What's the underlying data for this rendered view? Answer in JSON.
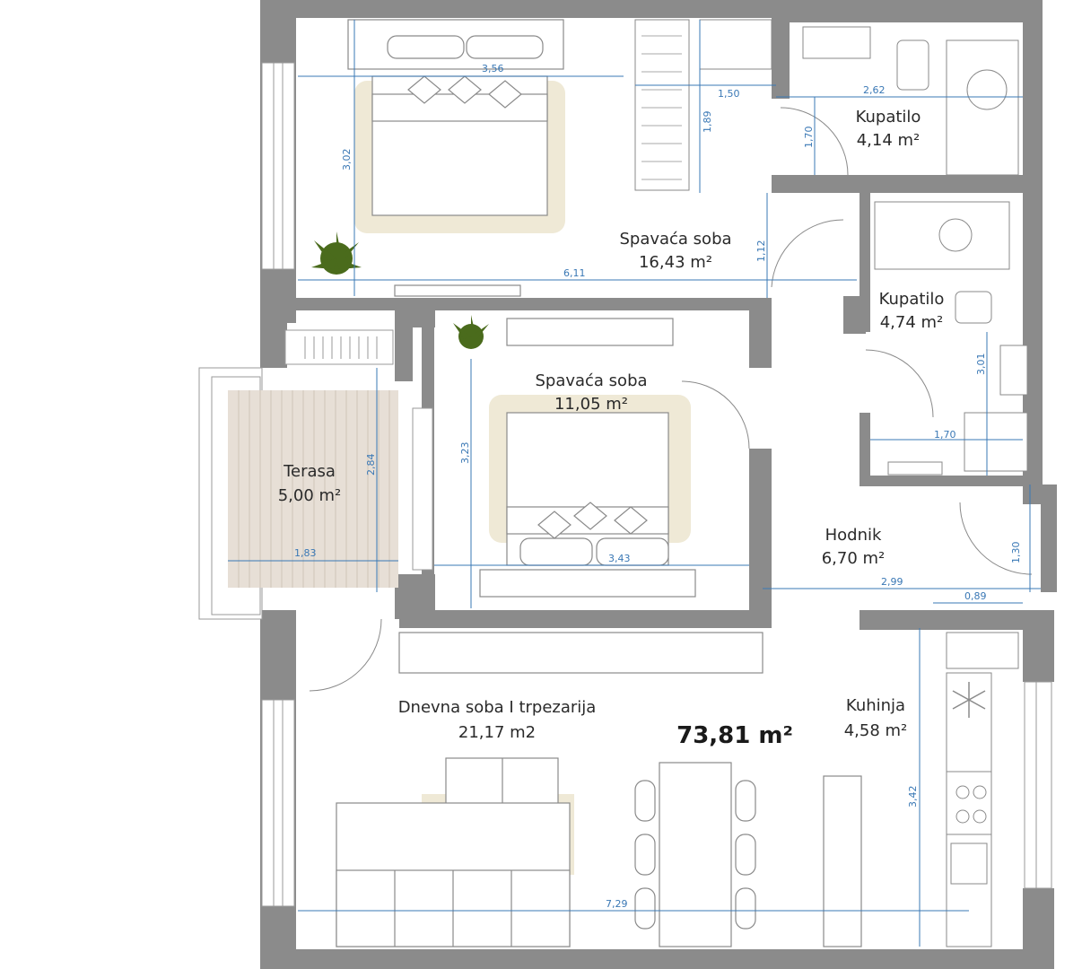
{
  "total_area": "73,81 m²",
  "rooms": [
    {
      "id": "bedroom-1",
      "name": "Spavaća soba",
      "area": "16,43 m²"
    },
    {
      "id": "bathroom-1",
      "name": "Kupatilo",
      "area": "4,14 m²"
    },
    {
      "id": "bathroom-2",
      "name": "Kupatilo",
      "area": "4,74 m²"
    },
    {
      "id": "bedroom-2",
      "name": "Spavaća soba",
      "area": "11,05 m²"
    },
    {
      "id": "terrace",
      "name": "Terasa",
      "area": "5,00 m²"
    },
    {
      "id": "hallway",
      "name": "Hodnik",
      "area": "6,70 m²"
    },
    {
      "id": "living",
      "name": "Dnevna soba I trpezarija",
      "area": "21,17 m2"
    },
    {
      "id": "kitchen",
      "name": "Kuhinja",
      "area": "4,58 m²"
    }
  ],
  "dimensions": [
    "3,56",
    "1,50",
    "2,62",
    "3,02",
    "1,89",
    "1,70",
    "6,11",
    "1,12",
    "3,01",
    "1,70",
    "2,84",
    "3,23",
    "1,83",
    "3,43",
    "1,30",
    "2,99",
    "0,89",
    "3,42",
    "7,29"
  ],
  "colors": {
    "wall": "#8b8b8b",
    "dimension": "#3a78b5",
    "rug": "#efe9d6",
    "terrace_floor": "#e7dfd6",
    "plant": "#4a6b1c"
  }
}
